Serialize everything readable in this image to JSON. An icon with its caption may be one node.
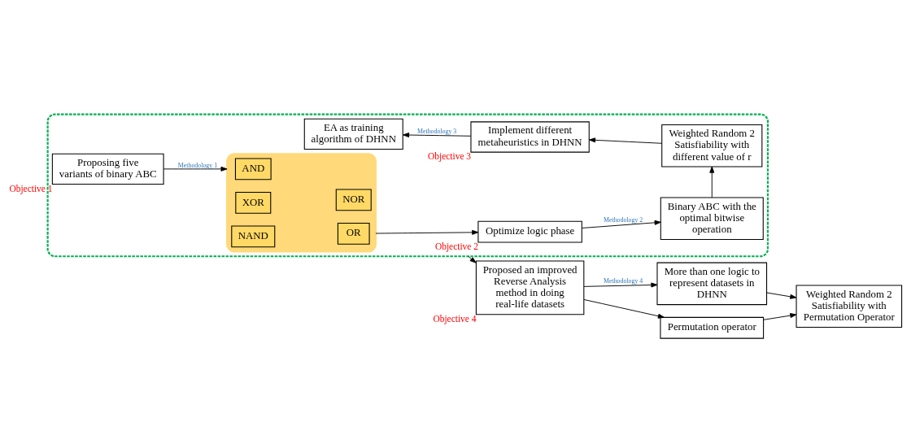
{
  "diagram": {
    "nodes": [
      {
        "text": [],
        "shape": "box"
      },
      {
        "text": [
          "Proposing five variants of binary ABC"
        ],
        "beside": [
          "Objective 1"
        ],
        "in": 0
      },
      {
        "text": [],
        "shape": "box",
        "in": 0
      },
      {
        "text": [
          "AND"
        ],
        "in": 2
      },
      {
        "text": [
          "XOR"
        ],
        "in": 2
      },
      {
        "text": [
          "NAND"
        ],
        "in": 2
      },
      {
        "text": [
          "NOR"
        ],
        "in": 2
      },
      {
        "text": [
          "OR"
        ],
        "in": 2
      },
      {
        "text": [
          "Optimize logic phase"
        ],
        "beside": [
          "Objective 2"
        ],
        "in": 0
      },
      {
        "text": [
          "Binary ABC with the optimal bitwise operation"
        ],
        "in": 0
      },
      {
        "text": [
          "Weighted Random 2 Satisfiability with different value of r"
        ],
        "in": 0
      },
      {
        "text": [
          "Implement different metaheuristics in DHNN"
        ],
        "beside": [
          "Objective 3"
        ],
        "in": 0
      },
      {
        "text": [
          "EA as training algorithm of DHNN"
        ],
        "in": 0
      },
      {
        "text": [
          "Proposed an improved Reverse Analysis method in doing real-life datasets"
        ],
        "beside": [
          "Objective 4"
        ]
      },
      {
        "text": [
          "More than one logic to represent datasets in DHNN"
        ]
      },
      {
        "text": [
          "Permutation operator"
        ]
      },
      {
        "text": [
          "Weighted Random 2 Satisfiability with Permutation Operator"
        ]
      }
    ],
    "edges": [
      {
        "from": 1,
        "to": 2,
        "arrow": "to",
        "label": "Methodology 1"
      },
      {
        "from": 2,
        "to": 8,
        "arrow": "to"
      },
      {
        "from": 8,
        "to": 9,
        "arrow": "to",
        "label": "Methodology 2"
      },
      {
        "from": 9,
        "to": 10,
        "arrow": "to"
      },
      {
        "from": 10,
        "to": 11,
        "arrow": "to"
      },
      {
        "from": 11,
        "to": 12,
        "arrow": "to",
        "label": "Methodology 3"
      },
      {
        "from": 0,
        "to": 13,
        "arrow": "to"
      },
      {
        "from": 13,
        "to": 14,
        "arrow": "to",
        "label": "Methodology 4"
      },
      {
        "from": 13,
        "to": 15,
        "arrow": "to"
      },
      {
        "from": 14,
        "to": 16,
        "arrow": "to"
      },
      {
        "from": 15,
        "to": 16,
        "arrow": "to"
      }
    ]
  }
}
